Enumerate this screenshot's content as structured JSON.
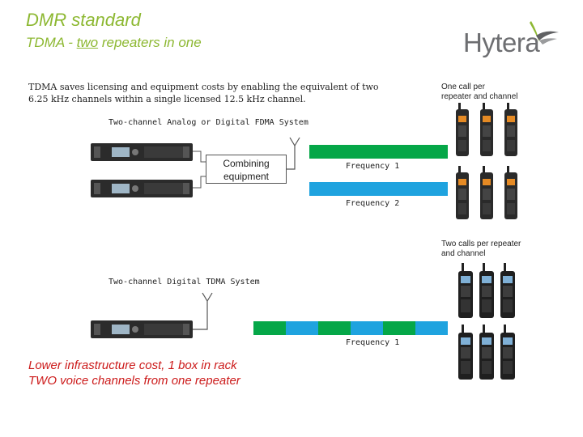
{
  "header": {
    "title": "DMR standard",
    "subtitle_prefix": "TDMA - ",
    "subtitle_underlined": "two",
    "subtitle_suffix": " repeaters in one"
  },
  "logo": {
    "text": "Hytera",
    "icon": "hytera-wing-logo"
  },
  "description": {
    "line1": "TDMA saves licensing and equipment costs by enabling the equivalent of two",
    "line2": "6.25 kHz channels within  a single licensed 12.5 kHz channel."
  },
  "fdma": {
    "system_label": "Two-channel Analog or Digital FDMA System",
    "combining_line1": "Combining",
    "combining_line2": "equipment",
    "frequency1": "Frequency 1",
    "frequency2": "Frequency 2",
    "note_line1": "One call per",
    "note_line2": "repeater and channel",
    "colors": {
      "frequency1": "#05a748",
      "frequency2": "#1fa3df"
    }
  },
  "tdma": {
    "note_line1": "Two calls per repeater",
    "note_line2": "and channel",
    "system_label": "Two-channel Digital TDMA System",
    "frequency1": "Frequency 1",
    "slot_colors": [
      "#05a748",
      "#1fa3df"
    ]
  },
  "bottom_note": {
    "line1": "Lower infrastructure cost, 1 box in rack",
    "line2": "TWO voice channels from one repeater"
  }
}
